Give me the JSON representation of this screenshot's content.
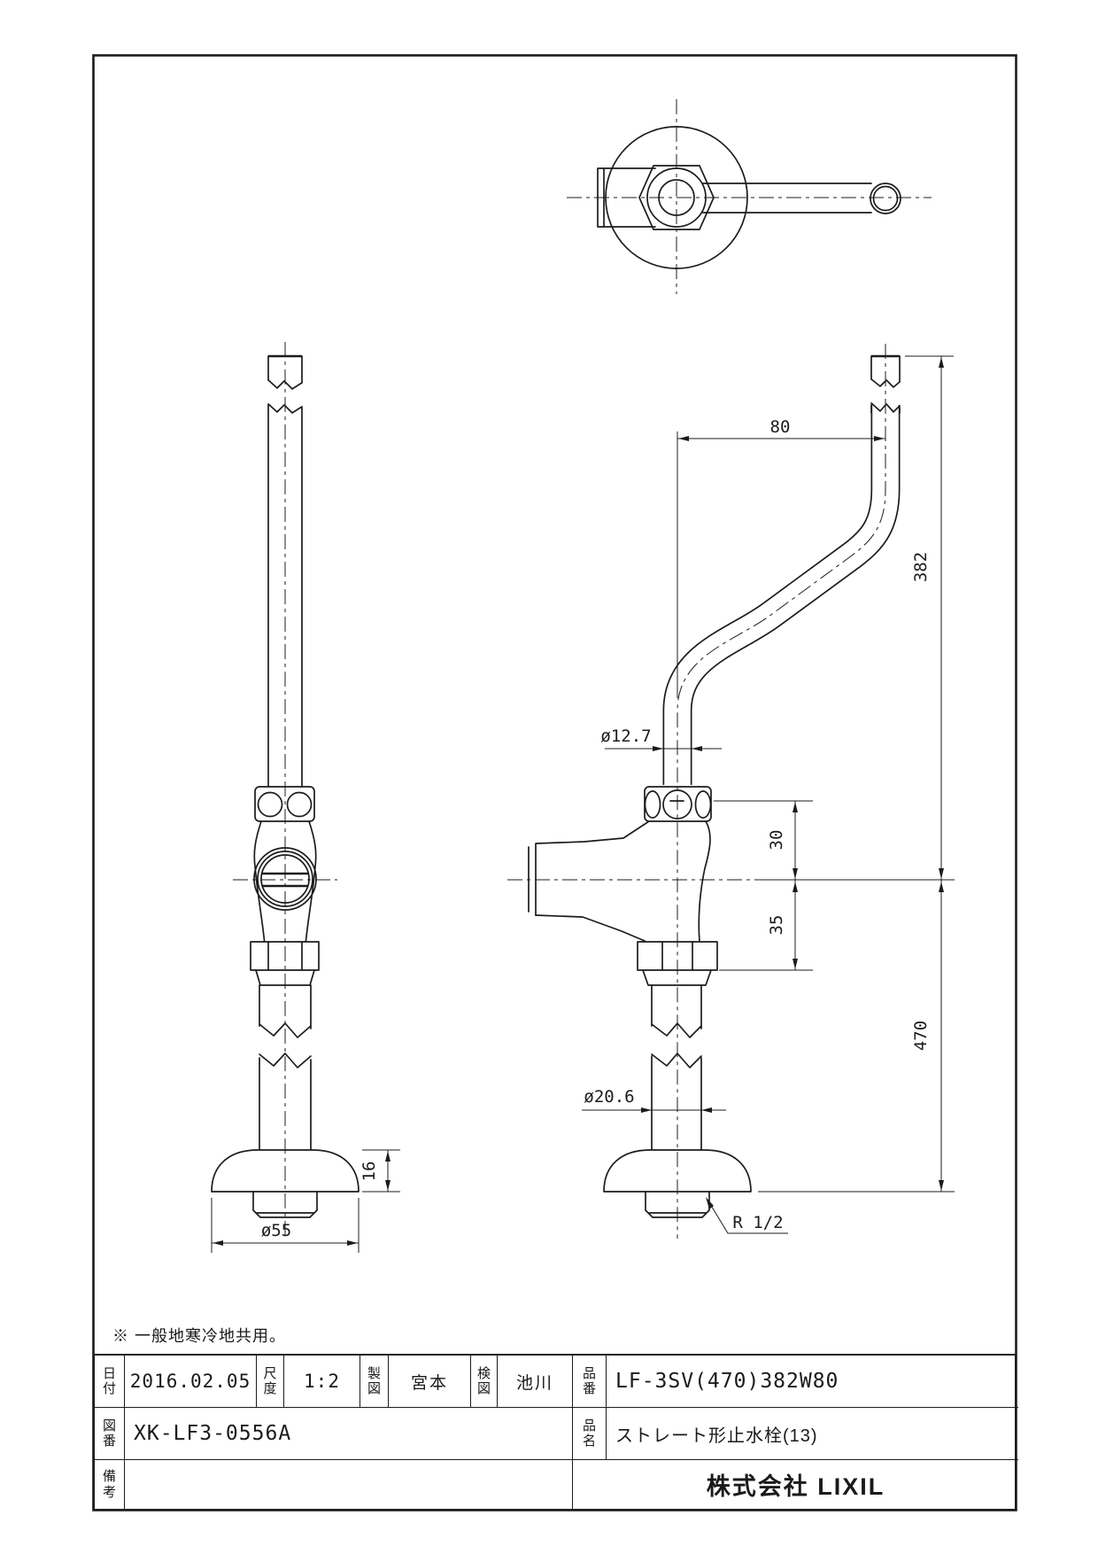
{
  "sheet": {
    "note": "※ 一般地寒冷地共用。"
  },
  "title_block": {
    "date_label": "日付",
    "date_value": "2016.02.05",
    "scale_label": "尺度",
    "scale_value": "1:2",
    "drafter_label": "製図",
    "drafter_value": "宮本",
    "checker_label": "検図",
    "checker_value": "池川",
    "part_no_label": "品番",
    "part_no_value": "LF-3SV(470)382W80",
    "drawing_no_label": "図番",
    "drawing_no_value": "XK-LF3-0556A",
    "product_name_label": "品名",
    "product_name_value": "ストレート形止水栓(13)",
    "remarks_label": "備考",
    "remarks_value": "",
    "company": "株式会社 LIXIL"
  },
  "dimensions": {
    "horizontal_offset": "80",
    "outlet_pipe_height": "382",
    "outlet_pipe_dia": "ø12.7",
    "nut_top_to_center": "30",
    "center_to_hex_bottom": "35",
    "inlet_pipe_height": "470",
    "inlet_pipe_dia": "ø20.6",
    "flange_height": "16",
    "flange_dia": "ø55",
    "thread_spec": "R 1/2"
  }
}
